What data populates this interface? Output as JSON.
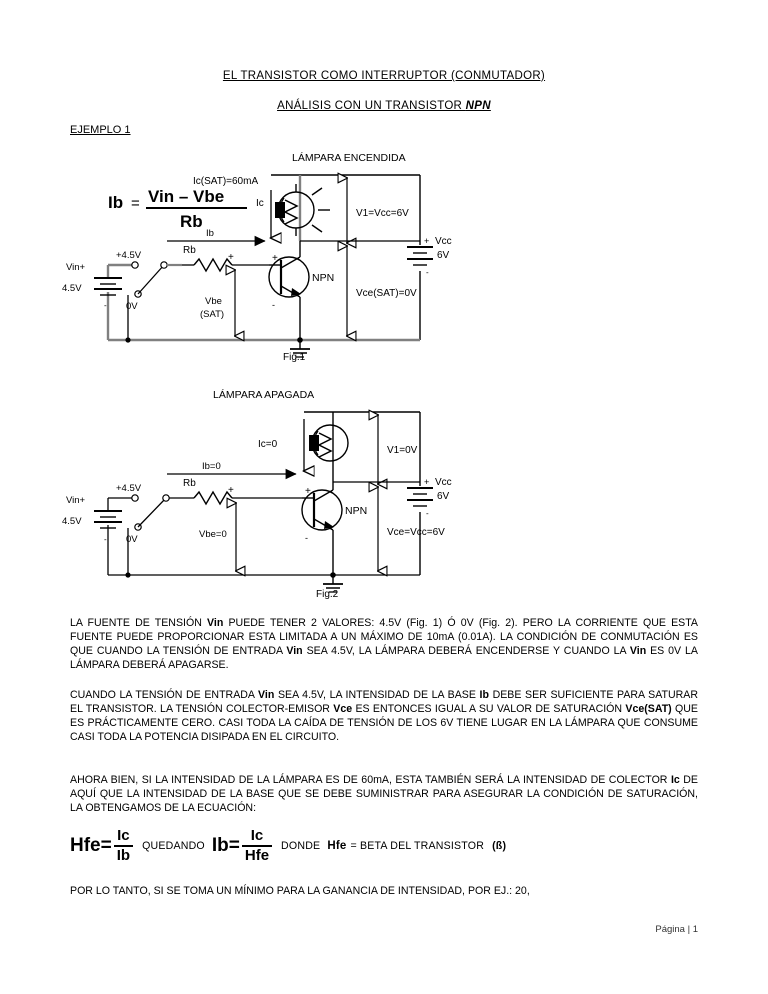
{
  "document": {
    "title": "EL TRANSISTOR  COMO INTERRUPTOR  (CONMUTADOR)",
    "subtitle_main": "ANÁLISIS  CON UN TRANSISTOR  ",
    "subtitle_em": "NPN",
    "example_label": "EJEMPLO 1",
    "footer": "Página | 1"
  },
  "figure1": {
    "caption_top": "LÁMPARA ENCENDIDA",
    "caption_bottom": "Fig.1",
    "formula": {
      "lhs": "Ib",
      "eq": "=",
      "num": "Vin – Vbe",
      "den": "Rb"
    },
    "labels": {
      "ic_sat": "Ic(SAT)=60mA",
      "ic": "Ic",
      "ib": "Ib",
      "rb": "Rb",
      "v1": "V1=Vcc=6V",
      "vce_sat": "Vce(SAT)=0V",
      "vbe_sat_line1": "Vbe",
      "vbe_sat_line2": "(SAT)",
      "npn": "NPN",
      "vcc_name": "Vcc",
      "vcc_value": "6V",
      "vin_name": "Vin+",
      "vin_value": "4.5V",
      "sw_top": "+4.5V",
      "sw_bottom": "0V",
      "plus": "+",
      "minus": "-"
    }
  },
  "figure2": {
    "caption_top": "LÁMPARA APAGADA",
    "caption_bottom": "Fig.2",
    "labels": {
      "ic": "Ic=0",
      "ib": "Ib=0",
      "rb": "Rb",
      "v1": "V1=0V",
      "vce": "Vce=Vcc=6V",
      "vbe": "Vbe=0",
      "npn": "NPN",
      "vcc_name": "Vcc",
      "vcc_value": "6V",
      "vin_name": "Vin+",
      "vin_value": "4.5V",
      "sw_top": "+4.5V",
      "sw_bottom": "0V",
      "plus": "+",
      "minus": "-"
    }
  },
  "body": {
    "p1_a": "LA FUENTE DE TENSIÓN ",
    "p1_b1": "Vin",
    "p1_c": " PUEDE TENER 2 VALORES: 4.5V (Fig. 1) Ó 0V (Fig. 2). PERO LA CORRIENTE QUE ESTA FUENTE PUEDE PROPORCIONAR ESTA LIMITADA A UN MÁXIMO DE 10mA (0.01A). LA CONDICIÓN DE CONMUTACIÓN ES QUE CUANDO LA TENSIÓN DE ENTRADA ",
    "p1_b2": "Vin",
    "p1_d": " SEA 4.5V, LA LÁMPARA DEBERÁ ENCENDERSE Y CUANDO LA ",
    "p1_b3": "Vin",
    "p1_e": " ES 0V LA LÁMPARA DEBERÁ APAGARSE.",
    "p2_a": "CUANDO LA TENSIÓN DE ENTRADA ",
    "p2_b1": "Vin",
    "p2_c": " SEA 4.5V, LA INTENSIDAD DE LA BASE ",
    "p2_b2": "Ib",
    "p2_d": " DEBE SER SUFICIENTE PARA SATURAR EL TRANSISTOR. LA TENSIÓN COLECTOR-EMISOR ",
    "p2_b3": "Vce",
    "p2_e": " ES ENTONCES IGUAL A SU VALOR DE SATURACIÓN ",
    "p2_b4": "Vce(SAT)",
    "p2_f": " QUE ES PRÁCTICAMENTE CERO. CASI TODA LA CAÍDA DE TENSIÓN DE LOS 6V TIENE LUGAR EN LA LÁMPARA QUE CONSUME CASI TODA LA POTENCIA DISIPADA EN EL CIRCUITO.",
    "p3_a": "AHORA BIEN, SI LA INTENSIDAD DE LA LÁMPARA ES DE 60mA, ESTA TAMBIÉN SERÁ LA INTENSIDAD DE COLECTOR ",
    "p3_b1": "Ic",
    "p3_c": " DE AQUÍ QUE LA INTENSIDAD DE LA BASE QUE SE DEBE SUMINISTRAR PARA ASEGURAR LA CONDICIÓN DE SATURACIÓN, LA OBTENGAMOS DE LA ECUACIÓN:",
    "p4": "POR LO TANTO, SI SE TOMA UN MÍNIMO PARA LA GANANCIA DE INTENSIDAD, POR EJ.: 20,"
  },
  "equation": {
    "hfe_label": "Hfe=",
    "hfe_num": "Ic",
    "hfe_den": "Ib",
    "quedando": "QUEDANDO",
    "ib_label": "Ib=",
    "ib_num": "Ic",
    "ib_den": "Hfe",
    "donde": "DONDE",
    "hfe_b": "Hfe",
    "beta_text": "= BETA DEL TRANSISTOR",
    "beta_sym": "(ß)"
  },
  "colors": {
    "ink": "#000000",
    "wire": "#808080",
    "footer": "#333333"
  }
}
